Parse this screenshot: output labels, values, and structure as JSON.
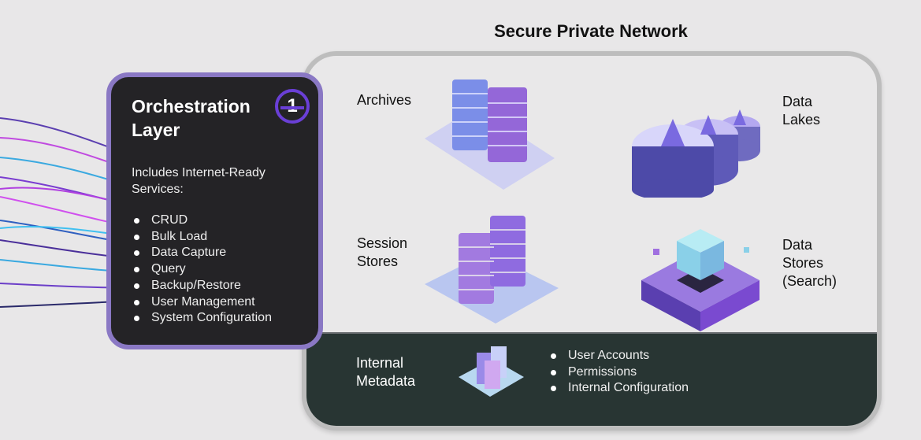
{
  "title": "Secure Private Network",
  "orchestration": {
    "title_line1": "Orchestration",
    "title_line2": "Layer",
    "badge": "1",
    "subtitle": "Includes Internet-Ready Services:",
    "services": [
      "CRUD",
      "Bulk Load",
      "Data Capture",
      "Query",
      "Backup/Restore",
      "User Management",
      "System Configuration"
    ]
  },
  "stores": {
    "archives": "Archives",
    "data_lakes": [
      "Data",
      "Lakes"
    ],
    "session_stores": [
      "Session",
      "Stores"
    ],
    "data_stores": [
      "Data",
      "Stores",
      "(Search)"
    ]
  },
  "metadata": {
    "title": [
      "Internal",
      "Metadata"
    ],
    "items": [
      "User Accounts",
      "Permissions",
      "Internal Configuration"
    ]
  },
  "colors": {
    "accent": "#8a78c4",
    "badge": "#6a3fd6",
    "band": "#283533",
    "panel": "#242326"
  }
}
